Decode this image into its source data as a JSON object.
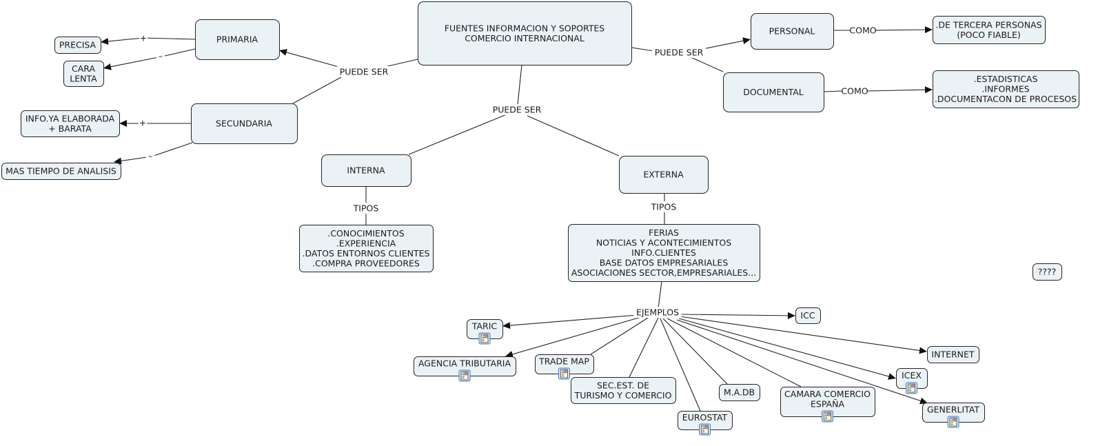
{
  "map": {
    "root": "FUENTES INFORMACION Y SOPORTES\nCOMERCIO INTERNACIONAL",
    "nodes": [
      {
        "id": "root",
        "text": "FUENTES INFORMACION Y SOPORTES\nCOMERCIO INTERNACIONAL"
      },
      {
        "id": "primaria",
        "text": "PRIMARIA"
      },
      {
        "id": "secundaria",
        "text": "SECUNDARIA"
      },
      {
        "id": "precisa",
        "text": "PRECISA"
      },
      {
        "id": "cara",
        "text": "CARA\nLENTA"
      },
      {
        "id": "info_elab",
        "text": "INFO.YA ELABORADA\n+ BARATA"
      },
      {
        "id": "mas_tiempo",
        "text": "MAS TIEMPO DE ANALISIS"
      },
      {
        "id": "personal",
        "text": "PERSONAL"
      },
      {
        "id": "documental",
        "text": "DOCUMENTAL"
      },
      {
        "id": "tercera",
        "text": ".DE TERCERA PERSONAS\n(POCO FIABLE)"
      },
      {
        "id": "estadisticas",
        "text": ".ESTADISTICAS\n.INFORMES\n.DOCUMENTACON DE PROCESOS"
      },
      {
        "id": "interna",
        "text": "INTERNA"
      },
      {
        "id": "externa",
        "text": "EXTERNA"
      },
      {
        "id": "conocimientos",
        "text": ".CONOCIMIENTOS\n.EXPERIENCIA\n.DATOS ENTORNOS CLIENTES\n.COMPRA PROVEEDORES"
      },
      {
        "id": "ferias",
        "text": "FERIAS\nNOTICIAS Y ACONTECIMIENTOS\nINFO.CLIENTES\nBASE DATOS EMPRESARIALES\nASOCIACIONES SECTOR,EMPRESARIALES..."
      },
      {
        "id": "taric",
        "text": "TARIC",
        "resource": true
      },
      {
        "id": "agencia",
        "text": "AGENCIA TRIBUTARIA",
        "resource": true
      },
      {
        "id": "trademap",
        "text": "TRADE MAP",
        "resource": true
      },
      {
        "id": "secest",
        "text": "SEC.EST. DE\nTURISMO Y COMERCIO"
      },
      {
        "id": "eurostat",
        "text": "EUROSTAT",
        "resource": true
      },
      {
        "id": "madb",
        "text": "M.A.DB"
      },
      {
        "id": "camara",
        "text": "CAMARA COMERCIO\nESPAÑA",
        "resource": true
      },
      {
        "id": "icc",
        "text": "ICC"
      },
      {
        "id": "internet",
        "text": "INTERNET"
      },
      {
        "id": "icex",
        "text": "ICEX",
        "resource": true
      },
      {
        "id": "generlitat",
        "text": "GENERLITAT",
        "resource": true
      },
      {
        "id": "unknown",
        "text": "????"
      }
    ],
    "link_labels": {
      "puede_ser_left": "PUEDE SER",
      "puede_ser_right": "PUEDE SER",
      "puede_ser_bottom": "PUEDE SER",
      "plus_primaria": "+",
      "minus_primaria": "–",
      "plus_secundaria": "+",
      "minus_secundaria": "–",
      "como_personal": "COMO",
      "como_documental": "COMO",
      "tipos_interna": "TIPOS",
      "tipos_externa": "TIPOS",
      "ejemplos": "EJEMPLOS"
    },
    "colors": {
      "node_fill": "#ebf2f5",
      "node_stroke": "#222222",
      "resource_icon_border": "#4a7cc0"
    }
  }
}
